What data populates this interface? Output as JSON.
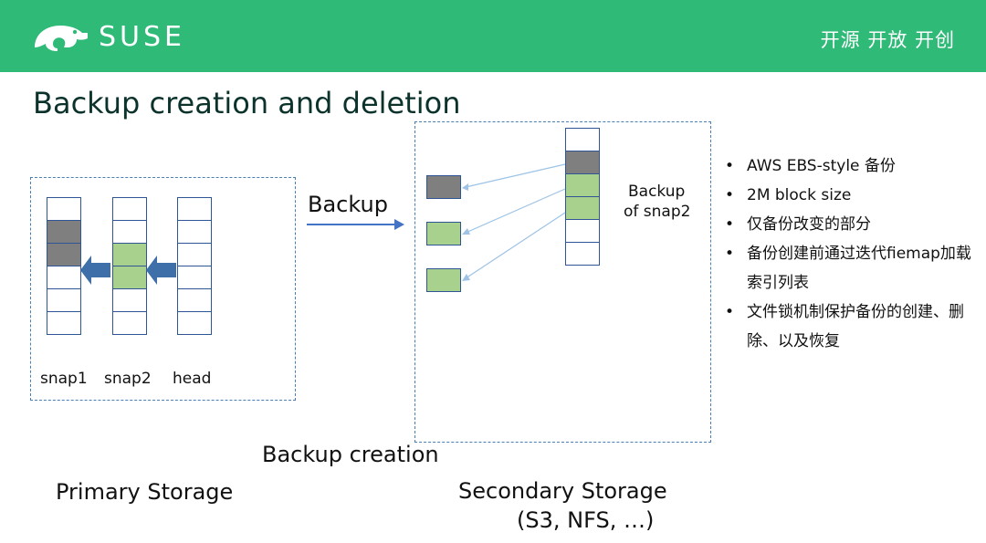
{
  "header": {
    "logo_text": "SUSE",
    "slogan": "开源 开放 开创",
    "bg_color": "#30ba78"
  },
  "title": "Backup creation and deletion",
  "diagram": {
    "primary_columns": [
      {
        "label": "snap1",
        "cells": [
          "empty",
          "gray",
          "gray",
          "empty",
          "empty",
          "empty"
        ]
      },
      {
        "label": "snap2",
        "cells": [
          "empty",
          "empty",
          "green",
          "green",
          "empty",
          "empty"
        ]
      },
      {
        "label": "head",
        "cells": [
          "empty",
          "empty",
          "empty",
          "empty",
          "empty",
          "empty"
        ]
      }
    ],
    "backup_arrow_label": "Backup",
    "secondary_column_cells": [
      "empty",
      "gray",
      "green",
      "green",
      "empty",
      "empty"
    ],
    "secondary_column_label_line1": "Backup",
    "secondary_column_label_line2": "of snap2",
    "backup_blocks": [
      "gray",
      "green",
      "green"
    ],
    "caption": "Backup creation",
    "primary_label": "Primary Storage",
    "secondary_label_line1": "Secondary Storage",
    "secondary_label_line2": "(S3, NFS, …)",
    "colors": {
      "gray": "#7f7f7f",
      "green": "#a9d18e",
      "border": "#2f5597",
      "arrow": "#4472c4"
    }
  },
  "bullets": [
    "AWS EBS-style 备份",
    "2M block size",
    "仅备份改变的部分",
    "备份创建前通过迭代fiemap加载索引列表",
    "文件锁机制保护备份的创建、删除、以及恢复"
  ]
}
